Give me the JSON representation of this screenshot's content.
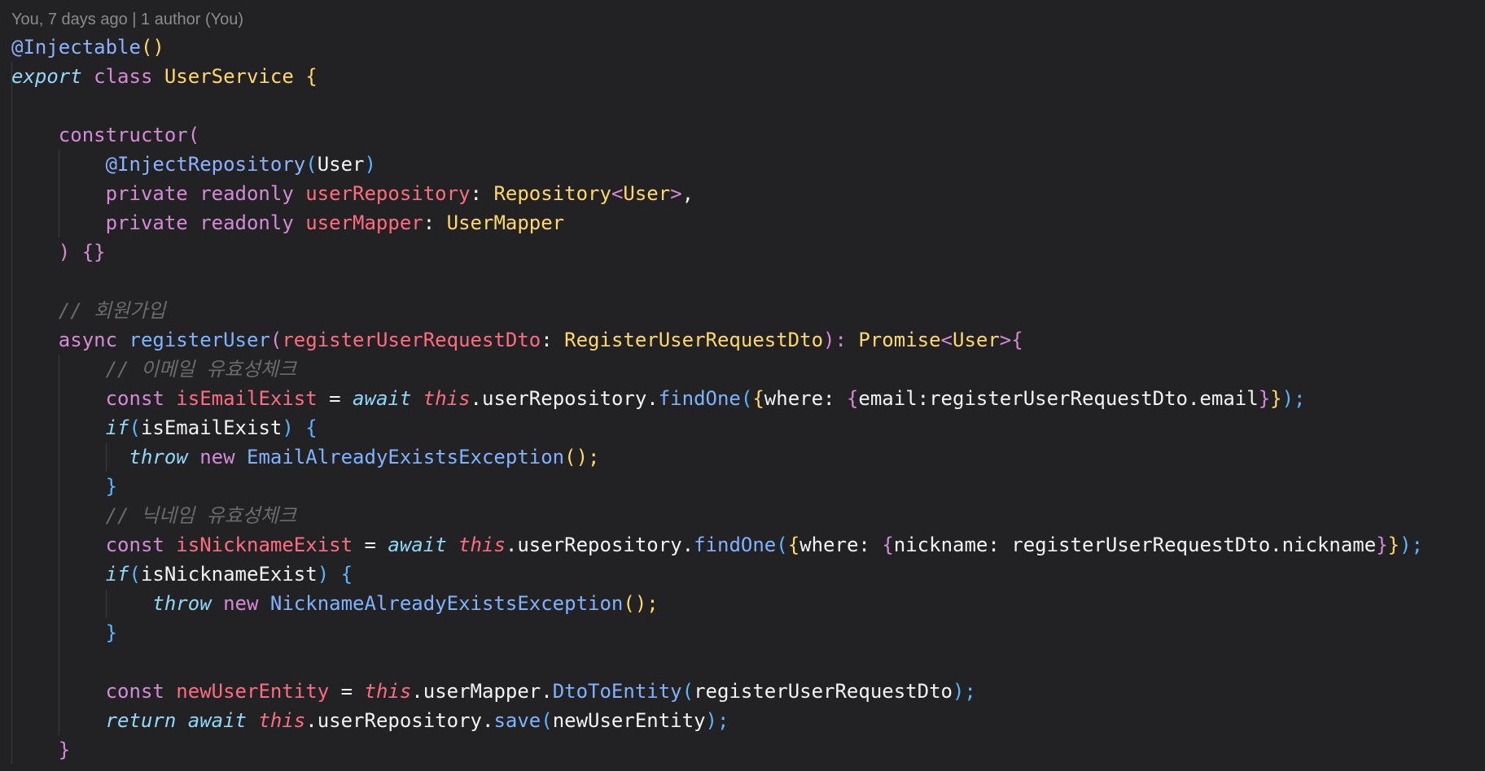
{
  "blame": {
    "text": "You, 7 days ago | 1 author (You)"
  },
  "code": {
    "lines": [
      {
        "tokens": [
          {
            "t": "@Injectable",
            "c": "k-deco"
          },
          {
            "t": "()",
            "c": "k-punc"
          }
        ]
      },
      {
        "tokens": [
          {
            "t": "export",
            "c": "k-italic"
          },
          {
            "t": " ",
            "c": "k-plain"
          },
          {
            "t": "class",
            "c": "k-purple"
          },
          {
            "t": " ",
            "c": "k-plain"
          },
          {
            "t": "UserService",
            "c": "k-class"
          },
          {
            "t": " {",
            "c": "k-punc"
          }
        ]
      },
      {
        "tokens": []
      },
      {
        "tokens": [
          {
            "t": "    constructor",
            "c": "k-purple"
          },
          {
            "t": "(",
            "c": "k-purple"
          }
        ]
      },
      {
        "tokens": [
          {
            "t": "        @InjectRepository",
            "c": "k-deco"
          },
          {
            "t": "(",
            "c": "k-blue"
          },
          {
            "t": "User",
            "c": "k-plain"
          },
          {
            "t": ")",
            "c": "k-blue"
          }
        ]
      },
      {
        "tokens": [
          {
            "t": "        private readonly ",
            "c": "k-purple"
          },
          {
            "t": "userRepository",
            "c": "k-ident"
          },
          {
            "t": ": ",
            "c": "k-plain"
          },
          {
            "t": "Repository",
            "c": "k-type"
          },
          {
            "t": "<",
            "c": "k-angle"
          },
          {
            "t": "User",
            "c": "k-type"
          },
          {
            "t": ">",
            "c": "k-angle"
          },
          {
            "t": ",",
            "c": "k-plain"
          }
        ]
      },
      {
        "tokens": [
          {
            "t": "        private readonly ",
            "c": "k-purple"
          },
          {
            "t": "userMapper",
            "c": "k-ident"
          },
          {
            "t": ": ",
            "c": "k-plain"
          },
          {
            "t": "UserMapper",
            "c": "k-type"
          }
        ]
      },
      {
        "tokens": [
          {
            "t": "    ) {}",
            "c": "k-purple"
          }
        ]
      },
      {
        "tokens": []
      },
      {
        "tokens": [
          {
            "t": "    // 회원가입",
            "c": "k-comment"
          }
        ]
      },
      {
        "tokens": [
          {
            "t": "    async ",
            "c": "k-purple"
          },
          {
            "t": "registerUser",
            "c": "k-method"
          },
          {
            "t": "(",
            "c": "k-purple"
          },
          {
            "t": "registerUserRequestDto",
            "c": "k-ident"
          },
          {
            "t": ": ",
            "c": "k-plain"
          },
          {
            "t": "RegisterUserRequestDto",
            "c": "k-type"
          },
          {
            "t": "): ",
            "c": "k-purple"
          },
          {
            "t": "Promise",
            "c": "k-type"
          },
          {
            "t": "<",
            "c": "k-angle"
          },
          {
            "t": "User",
            "c": "k-type"
          },
          {
            "t": ">{",
            "c": "k-angle"
          }
        ]
      },
      {
        "tokens": [
          {
            "t": "        // 이메일 유효성체크",
            "c": "k-comment"
          }
        ]
      },
      {
        "tokens": [
          {
            "t": "        const ",
            "c": "k-purple"
          },
          {
            "t": "isEmailExist",
            "c": "k-ident"
          },
          {
            "t": " = ",
            "c": "k-plain"
          },
          {
            "t": "await",
            "c": "k-italic"
          },
          {
            "t": " ",
            "c": "k-plain"
          },
          {
            "t": "this",
            "c": "k-this"
          },
          {
            "t": ".userRepository.",
            "c": "k-plain"
          },
          {
            "t": "findOne",
            "c": "k-method"
          },
          {
            "t": "(",
            "c": "k-blue"
          },
          {
            "t": "{",
            "c": "k-bracket"
          },
          {
            "t": "where: ",
            "c": "k-plain"
          },
          {
            "t": "{",
            "c": "k-bracket2"
          },
          {
            "t": "email:registerUserRequestDto.email",
            "c": "k-plain"
          },
          {
            "t": "}",
            "c": "k-bracket2"
          },
          {
            "t": "}",
            "c": "k-bracket"
          },
          {
            "t": ");",
            "c": "k-blue"
          }
        ]
      },
      {
        "tokens": [
          {
            "t": "        ",
            "c": "k-plain"
          },
          {
            "t": "if",
            "c": "k-italic"
          },
          {
            "t": "(",
            "c": "k-blue"
          },
          {
            "t": "isEmailExist",
            "c": "k-plain"
          },
          {
            "t": ") {",
            "c": "k-blue"
          }
        ]
      },
      {
        "tokens": [
          {
            "t": "          ",
            "c": "k-plain"
          },
          {
            "t": "throw",
            "c": "k-italic"
          },
          {
            "t": " new ",
            "c": "k-purple"
          },
          {
            "t": "EmailAlreadyExistsException",
            "c": "k-method"
          },
          {
            "t": "();",
            "c": "k-punc"
          }
        ]
      },
      {
        "tokens": [
          {
            "t": "        }",
            "c": "k-blue"
          }
        ]
      },
      {
        "tokens": [
          {
            "t": "        // 닉네임 유효성체크",
            "c": "k-comment"
          }
        ]
      },
      {
        "tokens": [
          {
            "t": "        const ",
            "c": "k-purple"
          },
          {
            "t": "isNicknameExist",
            "c": "k-ident"
          },
          {
            "t": " = ",
            "c": "k-plain"
          },
          {
            "t": "await",
            "c": "k-italic"
          },
          {
            "t": " ",
            "c": "k-plain"
          },
          {
            "t": "this",
            "c": "k-this"
          },
          {
            "t": ".userRepository.",
            "c": "k-plain"
          },
          {
            "t": "findOne",
            "c": "k-method"
          },
          {
            "t": "(",
            "c": "k-blue"
          },
          {
            "t": "{",
            "c": "k-bracket"
          },
          {
            "t": "where: ",
            "c": "k-plain"
          },
          {
            "t": "{",
            "c": "k-bracket2"
          },
          {
            "t": "nickname: registerUserRequestDto.nickname",
            "c": "k-plain"
          },
          {
            "t": "}",
            "c": "k-bracket2"
          },
          {
            "t": "}",
            "c": "k-bracket"
          },
          {
            "t": ");",
            "c": "k-blue"
          }
        ]
      },
      {
        "tokens": [
          {
            "t": "        ",
            "c": "k-plain"
          },
          {
            "t": "if",
            "c": "k-italic"
          },
          {
            "t": "(",
            "c": "k-blue"
          },
          {
            "t": "isNicknameExist",
            "c": "k-plain"
          },
          {
            "t": ") {",
            "c": "k-blue"
          }
        ]
      },
      {
        "tokens": [
          {
            "t": "            ",
            "c": "k-plain"
          },
          {
            "t": "throw",
            "c": "k-italic"
          },
          {
            "t": " new ",
            "c": "k-purple"
          },
          {
            "t": "NicknameAlreadyExistsException",
            "c": "k-method"
          },
          {
            "t": "();",
            "c": "k-punc"
          }
        ]
      },
      {
        "tokens": [
          {
            "t": "        }",
            "c": "k-blue"
          }
        ]
      },
      {
        "tokens": []
      },
      {
        "tokens": [
          {
            "t": "        const ",
            "c": "k-purple"
          },
          {
            "t": "newUserEntity",
            "c": "k-ident"
          },
          {
            "t": " = ",
            "c": "k-plain"
          },
          {
            "t": "this",
            "c": "k-this"
          },
          {
            "t": ".userMapper.",
            "c": "k-plain"
          },
          {
            "t": "DtoToEntity",
            "c": "k-method"
          },
          {
            "t": "(",
            "c": "k-blue"
          },
          {
            "t": "registerUserRequestDto",
            "c": "k-plain"
          },
          {
            "t": ");",
            "c": "k-blue"
          }
        ]
      },
      {
        "tokens": [
          {
            "t": "        ",
            "c": "k-plain"
          },
          {
            "t": "return",
            "c": "k-italic"
          },
          {
            "t": " ",
            "c": "k-plain"
          },
          {
            "t": "await",
            "c": "k-italic"
          },
          {
            "t": " ",
            "c": "k-plain"
          },
          {
            "t": "this",
            "c": "k-this"
          },
          {
            "t": ".userRepository.",
            "c": "k-plain"
          },
          {
            "t": "save",
            "c": "k-method"
          },
          {
            "t": "(",
            "c": "k-blue"
          },
          {
            "t": "newUserEntity",
            "c": "k-plain"
          },
          {
            "t": ");",
            "c": "k-blue"
          }
        ]
      },
      {
        "tokens": [
          {
            "t": "    }",
            "c": "k-purple"
          }
        ]
      }
    ]
  }
}
